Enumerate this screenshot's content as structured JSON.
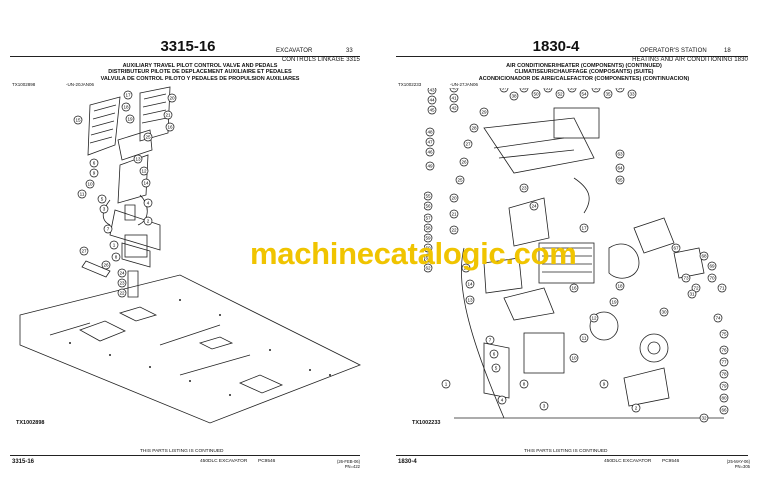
{
  "left": {
    "page_code": "3315-16",
    "header_left": "EXCAVATOR",
    "header_num": "33",
    "header_section": "CONTROLS LINKAGE 3315",
    "titles": [
      "AUXILIARY TRAVEL PILOT CONTROL VALVE AND PEDALS",
      "DISTRIBUTEUR PILOTE DE DEPLACEMENT AUXILIAIRE ET PEDALES",
      "VALVULA DE CONTROL PILOTO Y PEDALES DE PROPULSION AUXILIARES"
    ],
    "tx_top": "TX1002898",
    "tx_date": "-UN-20JAN06",
    "tx_bottom": "TX1002898",
    "callouts": [
      "17",
      "18",
      "19",
      "20",
      "21",
      "16",
      "15",
      "25",
      "6",
      "9",
      "10",
      "11",
      "13",
      "12",
      "14",
      "5",
      "3",
      "4",
      "7",
      "1",
      "2",
      "8",
      "26",
      "27",
      "24",
      "23",
      "22"
    ],
    "footer_code": "3315-16",
    "footer_continued": "THIS PARTS LISTING IS CONTINUED",
    "footer_model": "450DLC EXCAVATOR",
    "footer_pc": "PC9546",
    "footer_date": "(26-FEB-06)",
    "footer_pn": "PN=422"
  },
  "right": {
    "page_code": "1830-4",
    "header_left": "OPERATOR'S STATION",
    "header_num": "18",
    "header_section": "HEATING AND AIR CONDITIONING 1830",
    "titles": [
      "AIR CONDITIONER/HEATER (COMPONENTS) (CONTINUED)",
      "CLIMATISEUR/CHAUFFAGE (COMPOSANTS) (SUITE)",
      "ACONDICIONADOR DE AIRE/CALEFACTOR (COMPONENTES) (CONTINUACION)"
    ],
    "tx_top": "TX1002233",
    "tx_date": "-UN-27JAN06",
    "tx_bottom": "TX1002233",
    "callouts": [
      "43",
      "44",
      "45",
      "40",
      "41",
      "42",
      "48",
      "47",
      "46",
      "49",
      "55",
      "56",
      "57",
      "58",
      "59",
      "60",
      "61",
      "62",
      "37",
      "38",
      "39",
      "50",
      "51",
      "52",
      "53",
      "54",
      "36",
      "35",
      "34",
      "33",
      "63",
      "64",
      "65",
      "67",
      "68",
      "69",
      "70",
      "71",
      "72",
      "73",
      "74",
      "75",
      "76",
      "77",
      "78",
      "79",
      "80",
      "66",
      "32",
      "31",
      "30",
      "29",
      "28",
      "27",
      "26",
      "25",
      "20",
      "21",
      "22",
      "23",
      "24",
      "17",
      "18",
      "19",
      "16",
      "15",
      "14",
      "13",
      "12",
      "11",
      "10",
      "9",
      "8",
      "7",
      "6",
      "5",
      "4",
      "3",
      "2",
      "1"
    ],
    "footer_code": "1830-4",
    "footer_continued": "THIS PARTS LISTING IS CONTINUED",
    "footer_model": "450DLC EXCAVATOR",
    "footer_pc": "PC9546",
    "footer_date": "(25-MAY-06)",
    "footer_pn": "PN=305"
  },
  "watermark": "machinecatalogic.com"
}
